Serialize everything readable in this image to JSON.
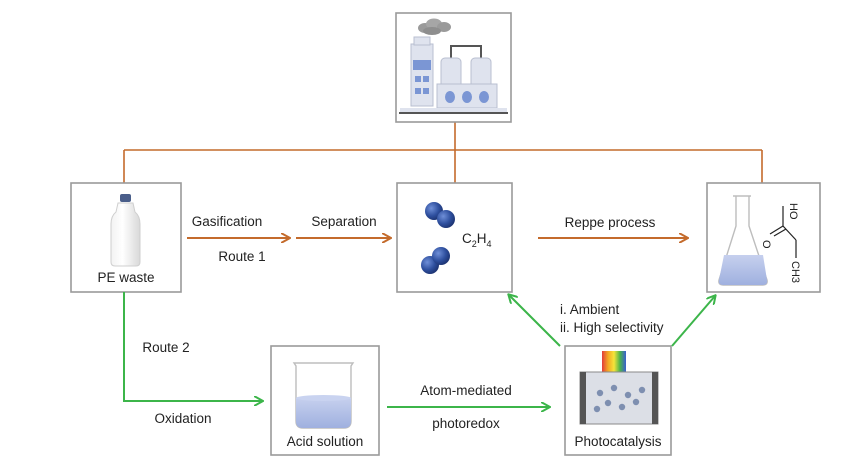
{
  "nodes": {
    "pe_waste": "PE waste",
    "c2h4_formula": {
      "c": "C",
      "sub1": "2",
      "h": "H",
      "sub2": "4"
    },
    "acid_solution": "Acid solution",
    "photocatalysis": "Photocatalysis",
    "acetic_acid": {
      "ho": "HO",
      "o": "O",
      "ch3": "CH3"
    }
  },
  "edges": {
    "gasification": "Gasification",
    "route1": "Route 1",
    "separation": "Separation",
    "reppe": "Reppe process",
    "route2": "Route 2",
    "oxidation": "Oxidation",
    "atom_mediated": "Atom-mediated",
    "photoredox": "photoredox",
    "ambient": "i. Ambient",
    "high_selectivity": "ii. High selectivity"
  },
  "colors": {
    "route1": "#c46b2c",
    "route2": "#3cb54a",
    "blue_molecule": "#2e4f9e",
    "liquid": "#aab8e0",
    "box_border": "#9a9a9a"
  }
}
